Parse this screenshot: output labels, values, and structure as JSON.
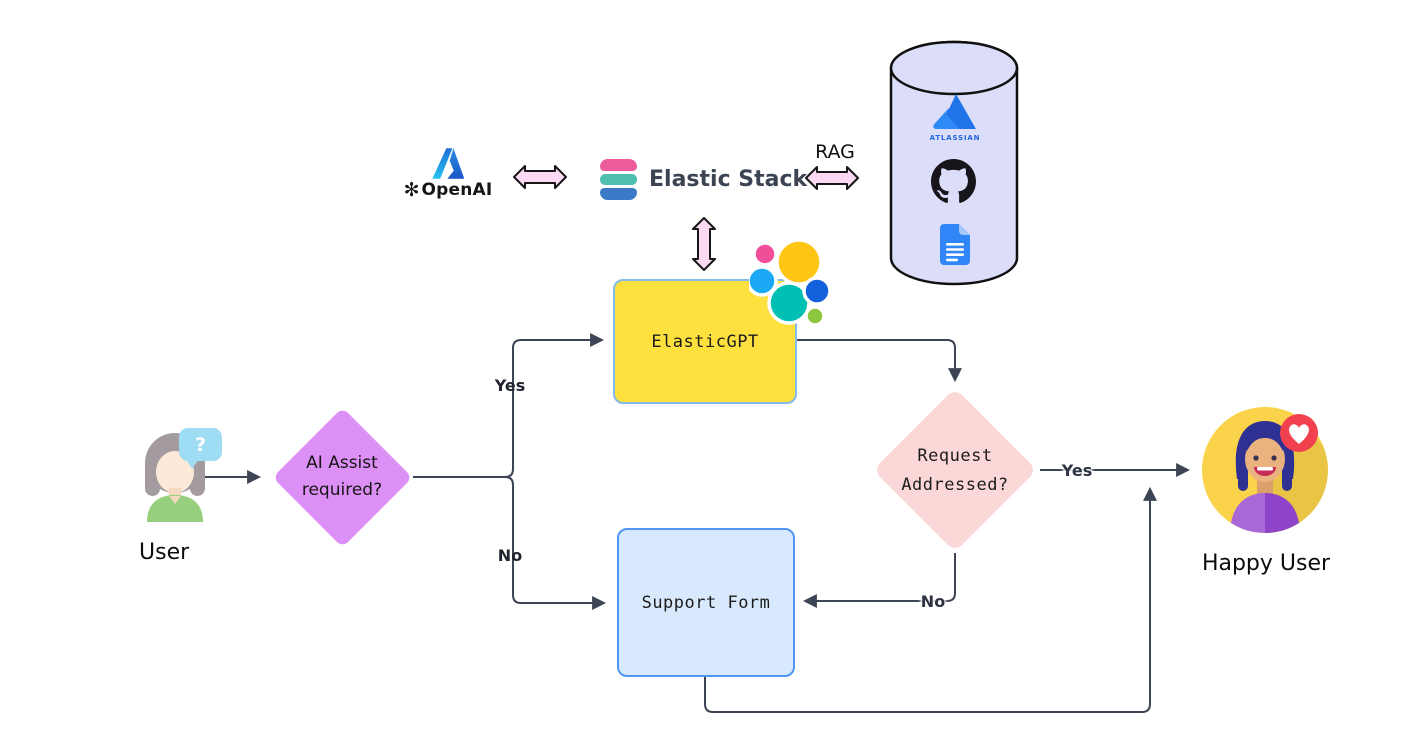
{
  "top_row": {
    "openai": {
      "label": "OpenAI"
    },
    "elastic_stack": {
      "label": "Elastic Stack"
    },
    "rag": {
      "label": "RAG"
    },
    "data_sources": {
      "atlassian_label": "ATLASSIAN"
    }
  },
  "nodes": {
    "user": {
      "label": "User",
      "bubble_text": "?"
    },
    "ai_assist": {
      "label": "AI Assist required?"
    },
    "elastic_gpt": {
      "label": "ElasticGPT"
    },
    "support_form": {
      "label": "Support Form"
    },
    "request_addressed": {
      "label": "Request Addressed?"
    },
    "happy_user": {
      "label": "Happy User"
    }
  },
  "edges": {
    "ai_assist_yes": {
      "label": "Yes"
    },
    "ai_assist_no": {
      "label": "No"
    },
    "request_addressed_yes": {
      "label": "Yes"
    },
    "request_addressed_no": {
      "label": "No"
    }
  },
  "colors": {
    "connector": "#3D4454",
    "pink_arrow_fill": "#FBD9F2",
    "elastic_gpt_fill": "#FEE03E",
    "elastic_gpt_border": "#85BBEC",
    "support_form_fill": "#D8E9FD",
    "support_form_border": "#4E96F0",
    "ai_assist_fill": "#DC8FF4",
    "request_addressed_fill": "#FBD7D8",
    "cylinder_fill": "#DBDDF9",
    "elastic_stack_bars": [
      "#ED5C9A",
      "#4FBDB0",
      "#3B7AC6"
    ]
  }
}
